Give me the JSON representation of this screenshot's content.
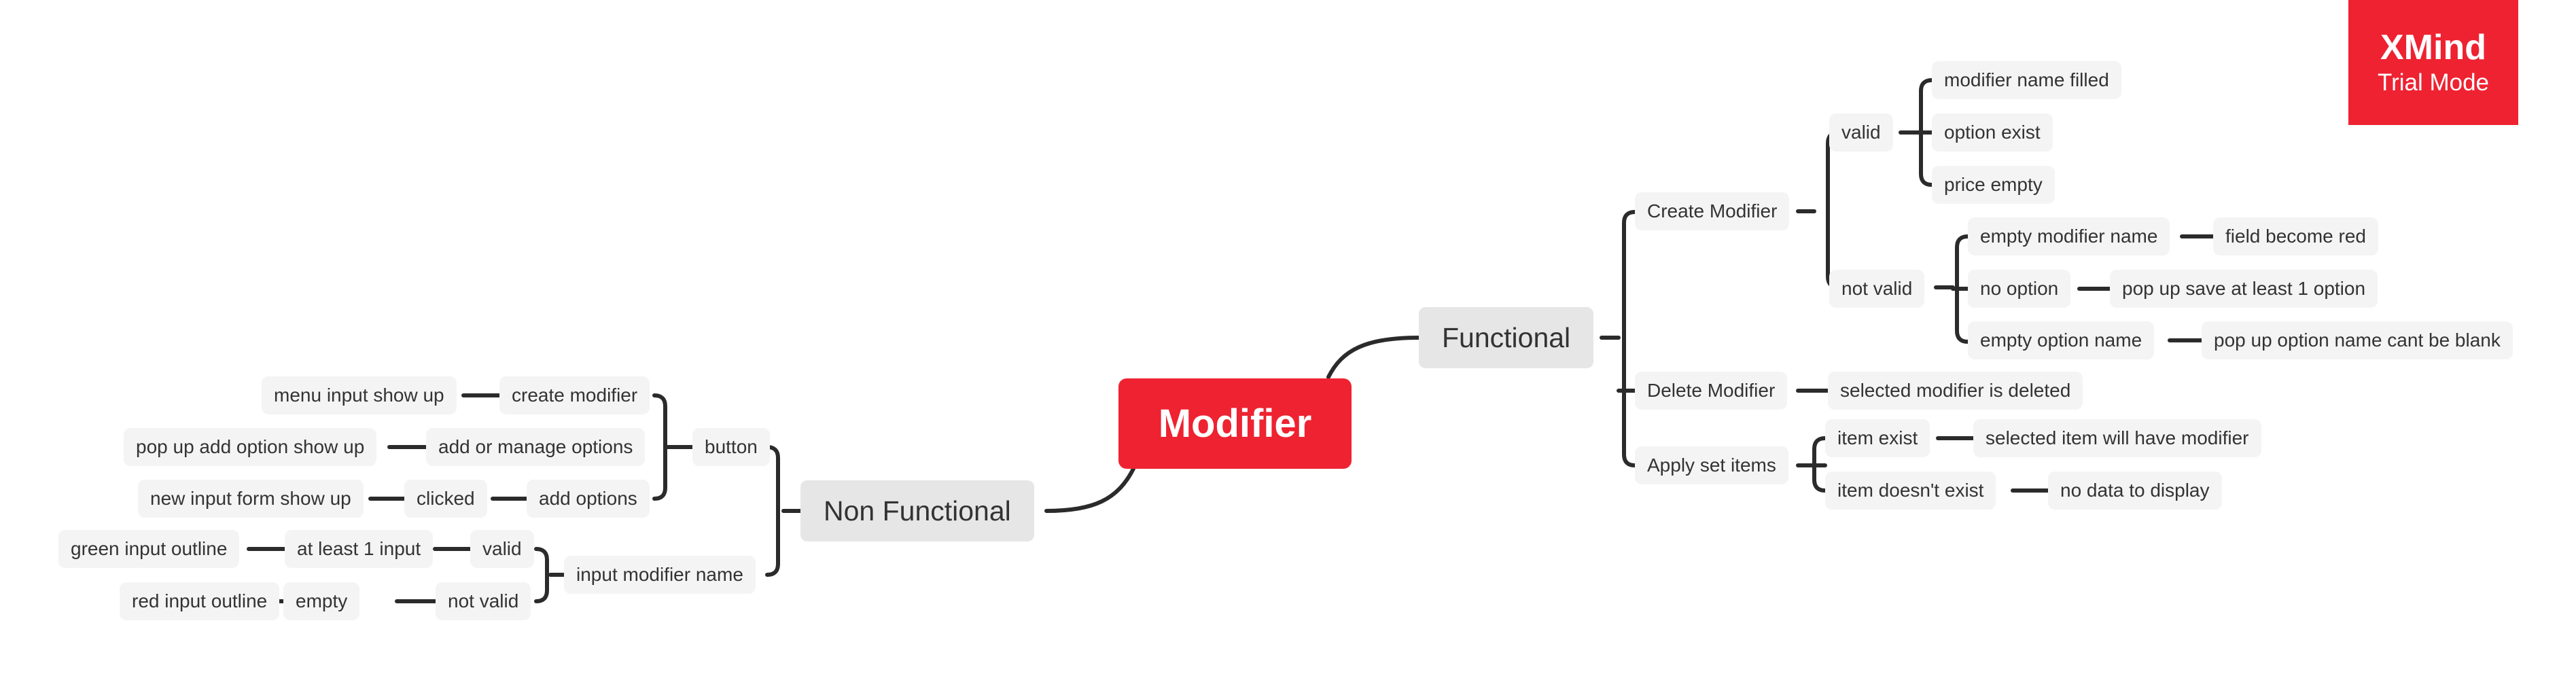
{
  "central": {
    "label": "Modifier"
  },
  "functional": {
    "label": "Functional",
    "create_modifier": {
      "label": "Create Modifier",
      "valid": {
        "label": "valid",
        "items": [
          "modifier name filled",
          "option exist",
          "price empty"
        ]
      },
      "not_valid": {
        "label": "not valid",
        "items": [
          {
            "label": "empty modifier name",
            "result": "field become red"
          },
          {
            "label": "no option",
            "result": "pop up save at least 1 option"
          },
          {
            "label": "empty option name",
            "result": "pop up option name cant be blank"
          }
        ]
      }
    },
    "delete_modifier": {
      "label": "Delete Modifier",
      "result": "selected modifier is deleted"
    },
    "apply_set_items": {
      "label": "Apply set items",
      "items": [
        {
          "label": "item exist",
          "result": "selected item will have modifier"
        },
        {
          "label": "item doesn't exist",
          "result": "no data to display"
        }
      ]
    }
  },
  "non_functional": {
    "label": "Non Functional",
    "button": {
      "label": "button",
      "items": [
        {
          "label": "create modifier",
          "result": "menu input show up"
        },
        {
          "label": "add or manage options",
          "result": "pop up add option show up"
        },
        {
          "label": "add options",
          "mid": "clicked",
          "result": "new input form show up"
        }
      ]
    },
    "input_modifier_name": {
      "label": "input modifier name",
      "items": [
        {
          "label": "valid",
          "mid": "at least 1 input",
          "result": "green input outline"
        },
        {
          "label": "not valid",
          "mid": "empty",
          "result": "red input outline"
        }
      ]
    }
  },
  "watermark": {
    "title": "XMind",
    "subtitle": "Trial Mode"
  },
  "colors": {
    "accent": "#ee2231",
    "line": "#2b2b2b",
    "node_bg": "#f4f4f4",
    "main_bg": "#e6e6e6",
    "text": "#333333"
  }
}
